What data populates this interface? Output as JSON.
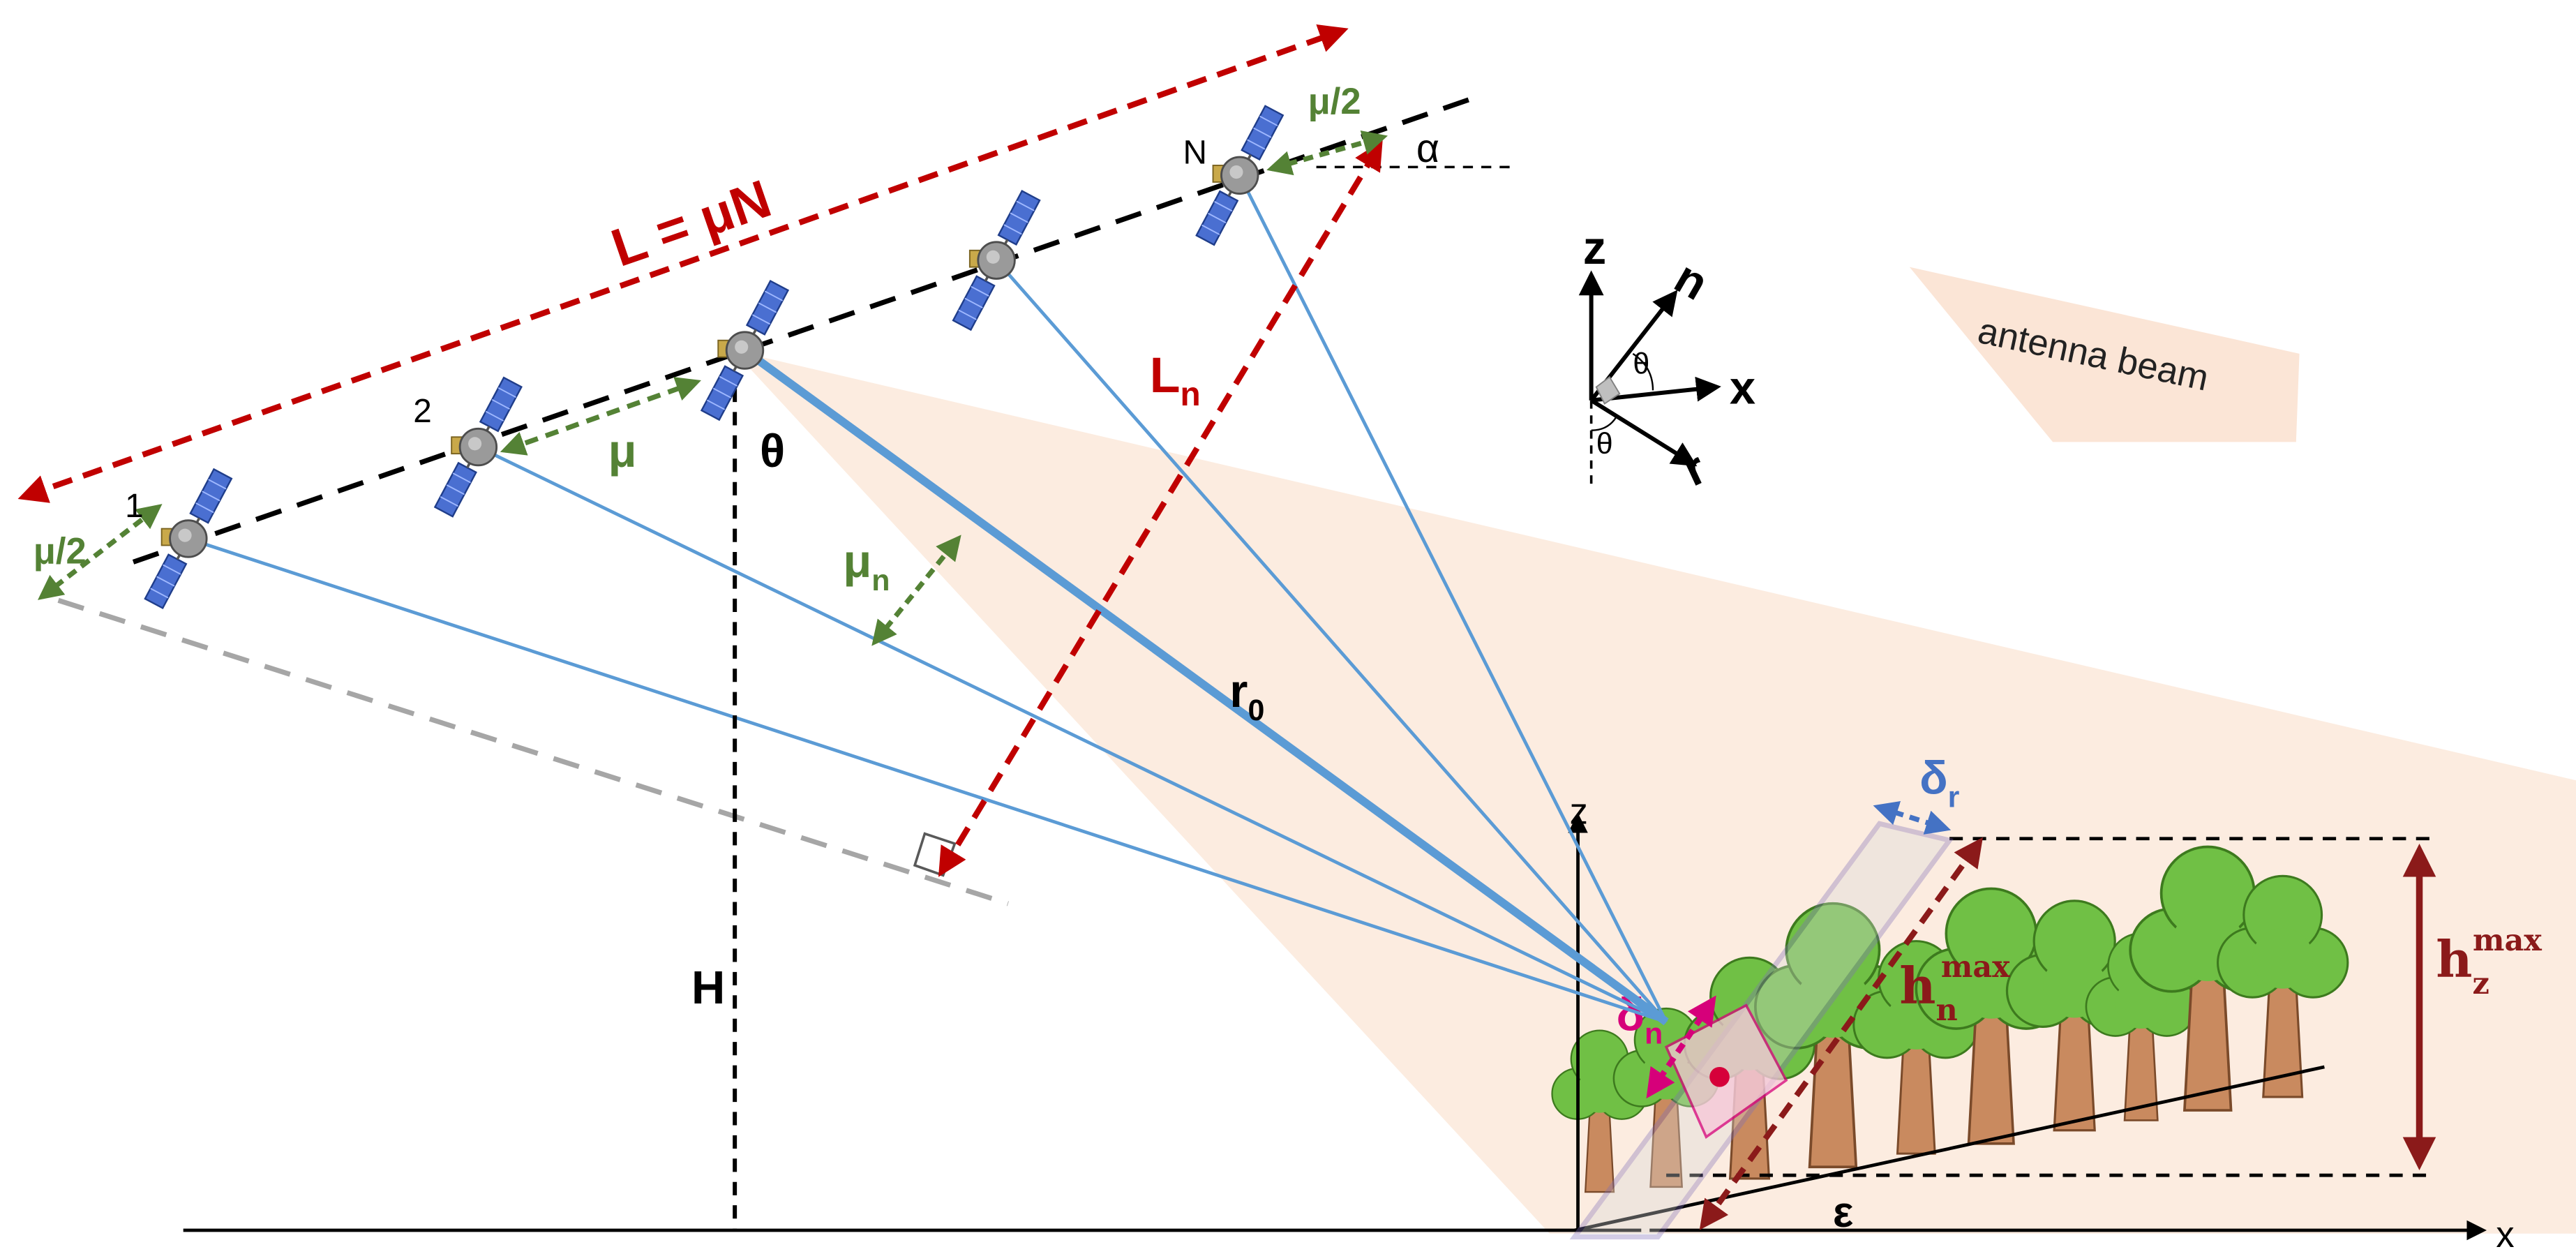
{
  "labels": {
    "total_length": "L = μN",
    "half_spacing_left": "μ/2",
    "half_spacing_right": "μ/2",
    "spacing": "μ",
    "normal_spacing_main": "μ",
    "normal_spacing_sub": "n",
    "alpha": "α",
    "theta_look": "θ",
    "height": "H",
    "slant_range_main": "r",
    "slant_range_sub": "0",
    "normal_length_main": "L",
    "normal_length_sub": "n",
    "sat_first": "1",
    "sat_second": "2",
    "sat_last": "N",
    "antenna_beam": "antenna beam",
    "delta_r_main": "δ",
    "delta_r_sub": "r",
    "delta_n_main": "δ",
    "delta_n_sub": "n",
    "hn_main": "h",
    "hn_sub": "n",
    "hn_sup": "max",
    "hz_main": "h",
    "hz_sub": "z",
    "hz_sup": "max",
    "epsilon": "ε",
    "axis_z_ground": "z",
    "axis_x_ground": "x"
  },
  "frame_axes": {
    "z": "z",
    "n": "n",
    "x": "x",
    "r": "r",
    "theta_upper": "θ",
    "theta_lower": "θ"
  },
  "colors": {
    "red": "#c00000",
    "green": "#548235",
    "blue_ray": "#5b9bd5",
    "magenta": "#d6007a",
    "dark_red": "#8b1a1a",
    "delta_blue": "#4472c4",
    "beam": "#fbe5d6",
    "tree_green": "#70c045",
    "trunk": "#c98a5f",
    "slab": "#7f6fb8"
  },
  "icons": [
    "satellite-icon",
    "tree-icon"
  ]
}
